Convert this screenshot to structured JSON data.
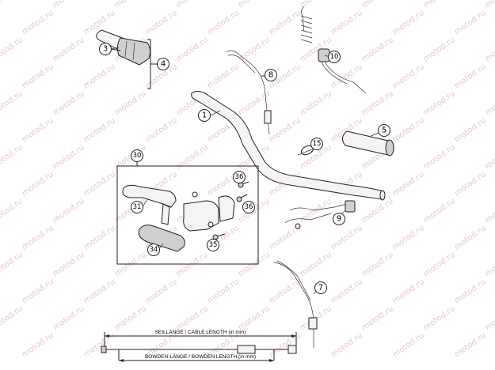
{
  "watermark": "motod.ru",
  "callouts": [
    {
      "id": "1",
      "label": "1"
    },
    {
      "id": "3",
      "label": "3"
    },
    {
      "id": "4",
      "label": "4"
    },
    {
      "id": "5",
      "label": "5"
    },
    {
      "id": "7",
      "label": "7"
    },
    {
      "id": "8",
      "label": "8"
    },
    {
      "id": "9",
      "label": "9"
    },
    {
      "id": "10",
      "label": "10"
    },
    {
      "id": "15",
      "label": "15"
    },
    {
      "id": "30",
      "label": "30"
    },
    {
      "id": "31",
      "label": "31"
    },
    {
      "id": "34",
      "label": "34"
    },
    {
      "id": "35",
      "label": "35"
    },
    {
      "id": "36a",
      "label": "36"
    },
    {
      "id": "36b",
      "label": "36"
    }
  ],
  "dimensions": {
    "cable_length": "SEILLÄNGE / CABLE LENGTH (in mm)",
    "bowden_length": "BOWDEN-LÄNGE / BOWDEN LENGTH (in mm)"
  }
}
